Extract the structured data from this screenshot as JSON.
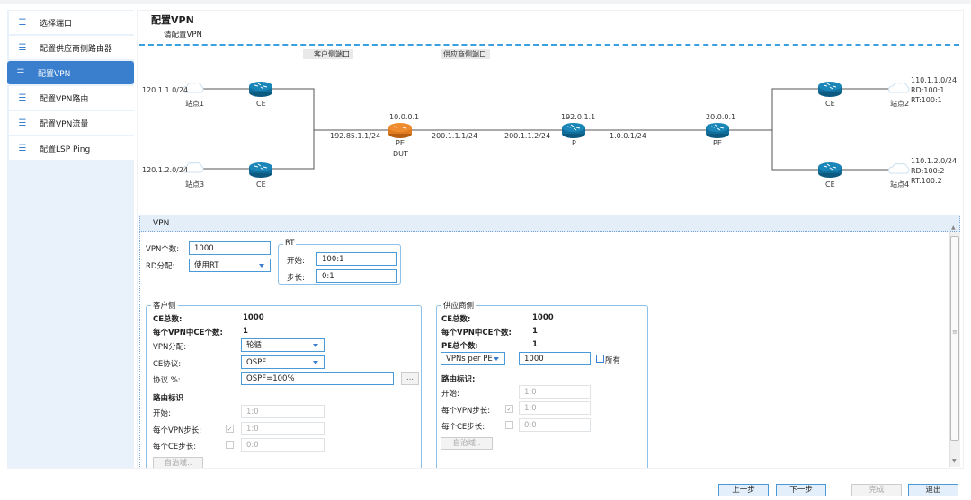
{
  "sidebar": {
    "items": [
      {
        "label": "选择端口",
        "icon": "list-icon"
      },
      {
        "label": "配置供应商侧路由器",
        "icon": "list-icon"
      },
      {
        "label": "配置VPN",
        "icon": "list-icon",
        "selected": true
      },
      {
        "label": "配置VPN路由",
        "icon": "list-icon"
      },
      {
        "label": "配置VPN流量",
        "icon": "list-icon"
      },
      {
        "label": "配置LSP Ping",
        "icon": "list-icon"
      }
    ]
  },
  "header": {
    "title": "配置VPN",
    "subtitle": "请配置VPN"
  },
  "diagram": {
    "customer_port_label": "客户侧端口",
    "provider_port_label": "供应商侧端口",
    "site1": {
      "name": "站点1",
      "net": "120.1.1.0/24"
    },
    "site3": {
      "name": "站点3",
      "net": "120.1.2.0/24"
    },
    "site2": {
      "name": "站点2",
      "net": "110.1.1.0/24",
      "rd": "RD:100:1",
      "rt": "RT:100:1"
    },
    "site4": {
      "name": "站点4",
      "net": "110.1.2.0/24",
      "rd": "RD:100:2",
      "rt": "RT:100:2"
    },
    "ce_label": "CE",
    "dut": {
      "ip": "10.0.0.1",
      "role": "PE",
      "tag": "DUT",
      "color": "#e07a20"
    },
    "p": {
      "ip": "192.0.1.1",
      "role": "P"
    },
    "pe": {
      "ip": "20.0.0.1",
      "role": "PE"
    },
    "links": {
      "ce_dut": "192.85.1.1/24",
      "dut_p": "200.1.1.1/24",
      "p_dut": "200.1.1.2/24",
      "p_pe": "1.0.0.1/24"
    },
    "router_color": "#116d9a"
  },
  "vpn": {
    "section_title": "VPN",
    "count_label": "VPN个数:",
    "count_value": "1000",
    "rd_label": "RD分配:",
    "rd_value": "使用RT",
    "rt": {
      "legend": "RT",
      "start_label": "开始:",
      "start_value": "100:1",
      "step_label": "步长:",
      "step_value": "0:1"
    }
  },
  "customer": {
    "legend": "客户侧",
    "ce_total_label": "CE总数:",
    "ce_total": "1000",
    "ce_per_vpn_label": "每个VPN中CE个数:",
    "ce_per_vpn": "1",
    "vpn_assign_label": "VPN分配:",
    "vpn_assign": "轮循",
    "ce_proto_label": "CE协议:",
    "ce_proto": "OSPF",
    "proto_pct_label": "协议 %:",
    "proto_pct": "OSPF=100%",
    "more_button": "...",
    "route_id_label": "路由标识",
    "start_label": "开始:",
    "start_value": "1:0",
    "vpn_step_label": "每个VPN步长:",
    "vpn_step_value": "1:0",
    "vpn_step_checked": true,
    "ce_step_label": "每个CE步长:",
    "ce_step_value": "0:0",
    "ce_step_checked": false,
    "as_button": "自治域.."
  },
  "provider": {
    "legend": "供应商侧",
    "ce_total_label": "CE总数:",
    "ce_total": "1000",
    "ce_per_vpn_label": "每个VPN中CE个数:",
    "ce_per_vpn": "1",
    "pe_total_label": "PE总个数:",
    "pe_total": "1",
    "mode_value": "VPNs per PE",
    "mode_count": "1000",
    "all_label": "所有",
    "all_checked": false,
    "route_id_label": "路由标识:",
    "start_label": "开始:",
    "start_value": "1:0",
    "vpn_step_label": "每个VPN步长:",
    "vpn_step_value": "1:0",
    "vpn_step_checked": true,
    "ce_step_label": "每个CE步长:",
    "ce_step_value": "0:0",
    "ce_step_checked": false,
    "as_button": "自治域.."
  },
  "footer": {
    "prev": "上一步",
    "next": "下一步",
    "finish": "完成",
    "exit": "退出"
  }
}
